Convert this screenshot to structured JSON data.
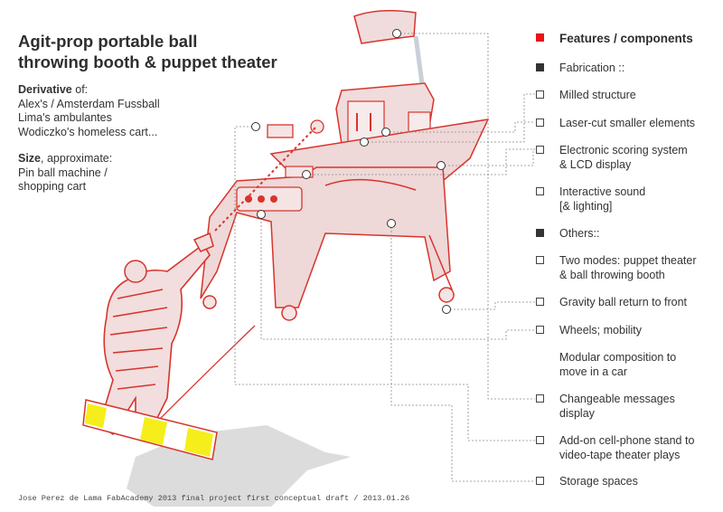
{
  "title": {
    "line1": "Agit-prop portable ball",
    "line2": "throwing booth & puppet theater"
  },
  "derivative": {
    "label": "Derivative",
    "suffix": " of:",
    "items": [
      "Alex's / Amsterdam Fussball",
      "Lima's ambulantes",
      "Wodiczko's homeless cart..."
    ]
  },
  "size": {
    "label": "Size",
    "suffix": ", approximate:",
    "items": [
      "Pin ball machine /",
      "shopping cart"
    ]
  },
  "legend": {
    "header": "Features / components",
    "fabrication": "Fabrication ::",
    "milled": "Milled structure",
    "laser": "Laser-cut smaller elements",
    "scoring": [
      "Electronic scoring system",
      "& LCD display"
    ],
    "sound": [
      "Interactive sound",
      "[& lighting]"
    ],
    "others": "Others::",
    "modes": [
      "Two modes: puppet theater",
      "& ball throwing booth"
    ],
    "gravity": "Gravity ball return to front",
    "wheels": "Wheels; mobility",
    "modular": [
      "Modular composition to",
      "move in a car"
    ],
    "messages": [
      "Changeable messages",
      "display"
    ],
    "phone": [
      "Add-on cell-phone stand to",
      "video-tape theater plays"
    ],
    "storage": "Storage spaces"
  },
  "footer": "Jose Perez de Lama FabAcademy 2013 final project first conceptual draft /  2013.01.26",
  "colors": {
    "sketch_red": "#d8342c",
    "sketch_fill": "#f0dcdc",
    "accent": "#e8131b",
    "dark_box": "#333333",
    "leader_line": "#8a8a8a",
    "yellow": "#f5ee1a",
    "shadow": "#d6d6d6"
  }
}
